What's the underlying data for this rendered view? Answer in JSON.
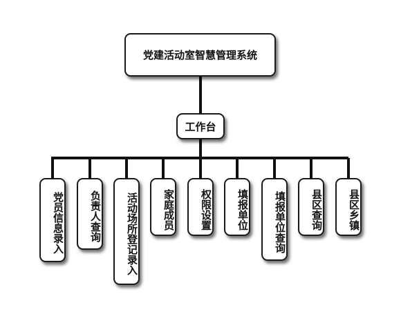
{
  "diagram": {
    "root": "党建活动室智慧管理系统",
    "hub": "工作台",
    "leaves": [
      "党员信息录入",
      "负责人查询",
      "活动场所登记录入",
      "家庭成员",
      "权限设置",
      "填报单位",
      "填报单位查询",
      "县区查询",
      "县区乡镇"
    ]
  },
  "colors": {
    "line": "#111111",
    "box_border": "#1a1a1a",
    "box_fill": "#ffffff"
  }
}
